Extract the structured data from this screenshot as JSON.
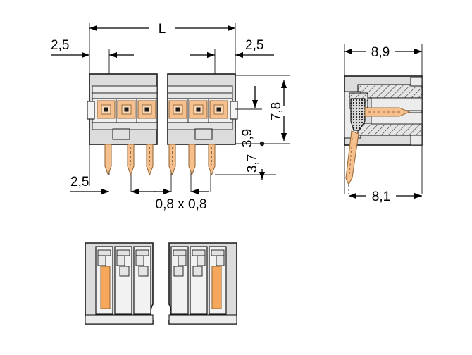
{
  "drawing": {
    "type": "technical-dimension-drawing",
    "subject": "THT male header connector, angled solder pins, 3 poles per block",
    "background_color": "#ffffff",
    "line_color": "#1a1a1a",
    "body_fill": "#dcdcdc",
    "body_fill_light": "#ececec",
    "body_fill_dark": "#c9c9c9",
    "pin_fill": "#f5c08e",
    "pin_fill_light": "#f8d8b6",
    "pin_stroke": "#9a6b3a",
    "hatch_color": "#2b2b2b"
  },
  "views": {
    "front": {
      "name": "front-view",
      "label": "Front view with two 3-pole blocks",
      "pole_count_per_block": 3,
      "block_count": 2
    },
    "side": {
      "name": "side-section-view",
      "label": "Side cross-section view"
    },
    "bottom": {
      "name": "bottom-view",
      "label": "Bottom view with two 3-slot blocks"
    }
  },
  "dimensions": {
    "overall_length": {
      "label": "L",
      "name": "dimension-L",
      "view": "front",
      "orientation": "horizontal"
    },
    "edge_offset_left_top": {
      "label": "2,5",
      "name": "dimension-2-5-left-top",
      "view": "front",
      "orientation": "horizontal"
    },
    "edge_offset_right_top": {
      "label": "2,5",
      "name": "dimension-2-5-right-top",
      "view": "front",
      "orientation": "horizontal"
    },
    "pin_pitch_bottom": {
      "label": "2,5",
      "name": "dimension-2-5-pitch-bottom",
      "view": "front",
      "orientation": "horizontal"
    },
    "pin_cross_section": {
      "label": "0,8 x 0,8",
      "name": "dimension-0-8-x-0-8",
      "view": "front",
      "orientation": "horizontal"
    },
    "contact_height": {
      "label": "3,9",
      "name": "dimension-3-9",
      "view": "front",
      "orientation": "vertical"
    },
    "body_height": {
      "label": "7,8",
      "name": "dimension-7-8",
      "view": "front",
      "orientation": "vertical"
    },
    "pin_length": {
      "label": "3,7",
      "name": "dimension-3-7",
      "view": "front",
      "orientation": "vertical"
    },
    "body_depth": {
      "label": "8,9",
      "name": "dimension-8-9",
      "view": "side",
      "orientation": "horizontal"
    },
    "pin_offset_depth": {
      "label": "8,1",
      "name": "dimension-8-1",
      "view": "side",
      "orientation": "horizontal"
    }
  }
}
